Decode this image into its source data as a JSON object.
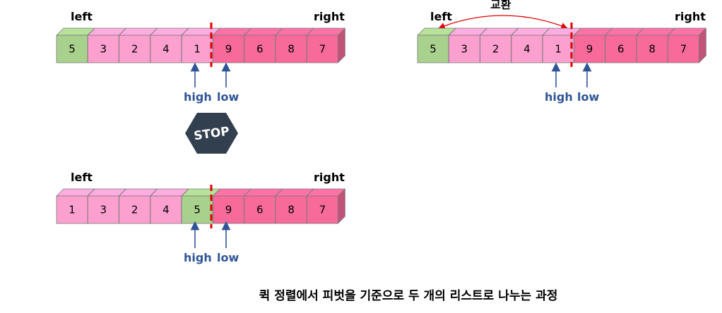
{
  "colors": {
    "pink_light": "#fca0cf",
    "pink_dark": "#f76a9a",
    "green": "#a9d18e",
    "pointer_blue": "#2f5597",
    "divider_red": "#e00000",
    "stop_fill": "#323f4f"
  },
  "icons": {
    "stop": "stop-sign-icon"
  },
  "panels": [
    {
      "id": "panel-initial",
      "left_label": "left",
      "right_label": "right",
      "cells": [
        {
          "value": "5",
          "color": "green"
        },
        {
          "value": "3",
          "color": "pink_light"
        },
        {
          "value": "2",
          "color": "pink_light"
        },
        {
          "value": "4",
          "color": "pink_light"
        },
        {
          "value": "1",
          "color": "pink_light"
        },
        {
          "value": "9",
          "color": "pink_dark"
        },
        {
          "value": "6",
          "color": "pink_dark"
        },
        {
          "value": "8",
          "color": "pink_dark"
        },
        {
          "value": "7",
          "color": "pink_dark"
        }
      ],
      "high_label": "high",
      "low_label": "low"
    },
    {
      "id": "panel-swap",
      "left_label": "left",
      "right_label": "right",
      "swap_label": "교환",
      "cells": [
        {
          "value": "5",
          "color": "green"
        },
        {
          "value": "3",
          "color": "pink_light"
        },
        {
          "value": "2",
          "color": "pink_light"
        },
        {
          "value": "4",
          "color": "pink_light"
        },
        {
          "value": "1",
          "color": "pink_light"
        },
        {
          "value": "9",
          "color": "pink_dark"
        },
        {
          "value": "6",
          "color": "pink_dark"
        },
        {
          "value": "8",
          "color": "pink_dark"
        },
        {
          "value": "7",
          "color": "pink_dark"
        }
      ],
      "high_label": "high",
      "low_label": "low"
    },
    {
      "id": "panel-result",
      "left_label": "left",
      "right_label": "right",
      "cells": [
        {
          "value": "1",
          "color": "pink_light"
        },
        {
          "value": "3",
          "color": "pink_light"
        },
        {
          "value": "2",
          "color": "pink_light"
        },
        {
          "value": "4",
          "color": "pink_light"
        },
        {
          "value": "5",
          "color": "green"
        },
        {
          "value": "9",
          "color": "pink_dark"
        },
        {
          "value": "6",
          "color": "pink_dark"
        },
        {
          "value": "8",
          "color": "pink_dark"
        },
        {
          "value": "7",
          "color": "pink_dark"
        }
      ],
      "high_label": "high",
      "low_label": "low"
    }
  ],
  "stop_label": "STOP",
  "caption": "퀵 정렬에서 피벗을 기준으로 두 개의 리스트로 나누는 과정"
}
